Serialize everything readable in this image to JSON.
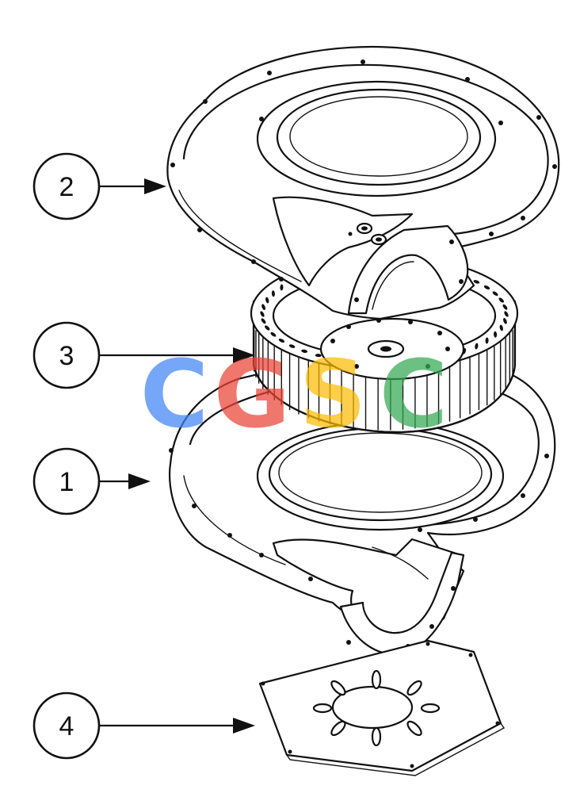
{
  "callouts": [
    {
      "label": "2",
      "part": "upper-housing"
    },
    {
      "label": "3",
      "part": "impeller-wheel"
    },
    {
      "label": "1",
      "part": "lower-housing"
    },
    {
      "label": "4",
      "part": "hex-mounting-plate"
    }
  ],
  "watermark": {
    "letters": [
      "C",
      "G",
      "S",
      "C"
    ],
    "colors": [
      "#4285F4",
      "#EA4335",
      "#FBBC05",
      "#34A853"
    ]
  },
  "line_color": "#111111",
  "background_color": "#ffffff"
}
